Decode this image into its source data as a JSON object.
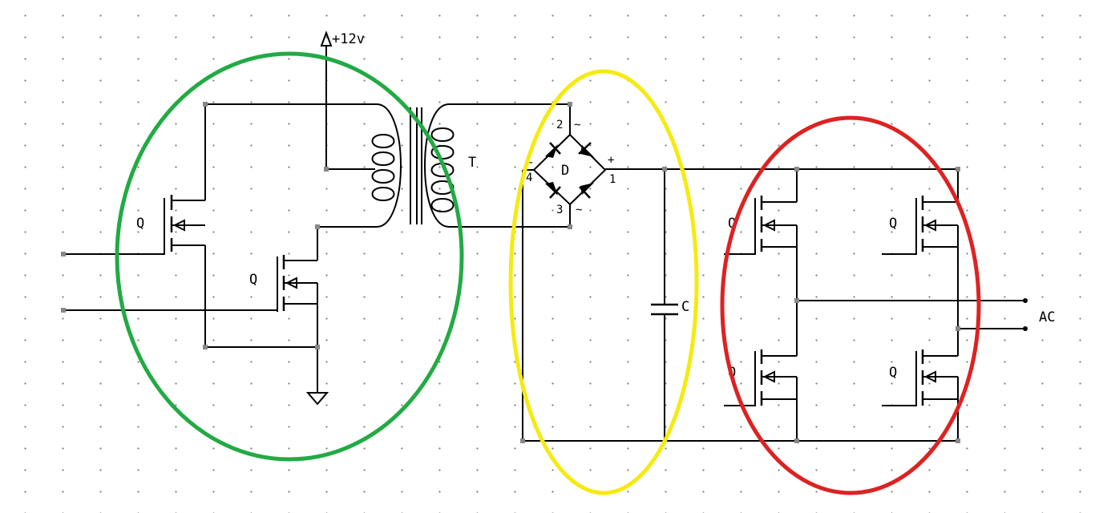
{
  "labels": {
    "supply": "+12v",
    "transformer": "T",
    "bridge": "D",
    "capacitor": "C",
    "output": "AC",
    "mosfet": "Q",
    "pin1": "1",
    "pin2": "2",
    "pin3": "3",
    "pin4": "4",
    "plus": "+",
    "minus": "-",
    "tilde": "~"
  },
  "colors": {
    "push_pull_circle": "#22aa44",
    "rectifier_circle": "#f5ea12",
    "h_bridge_circle": "#dd2222",
    "wire": "#000000",
    "node": "#888888"
  },
  "icons": [
    "ground-icon",
    "supply-arrow-icon",
    "diode-icon",
    "capacitor-icon",
    "mosfet-icon",
    "transformer-icon"
  ]
}
